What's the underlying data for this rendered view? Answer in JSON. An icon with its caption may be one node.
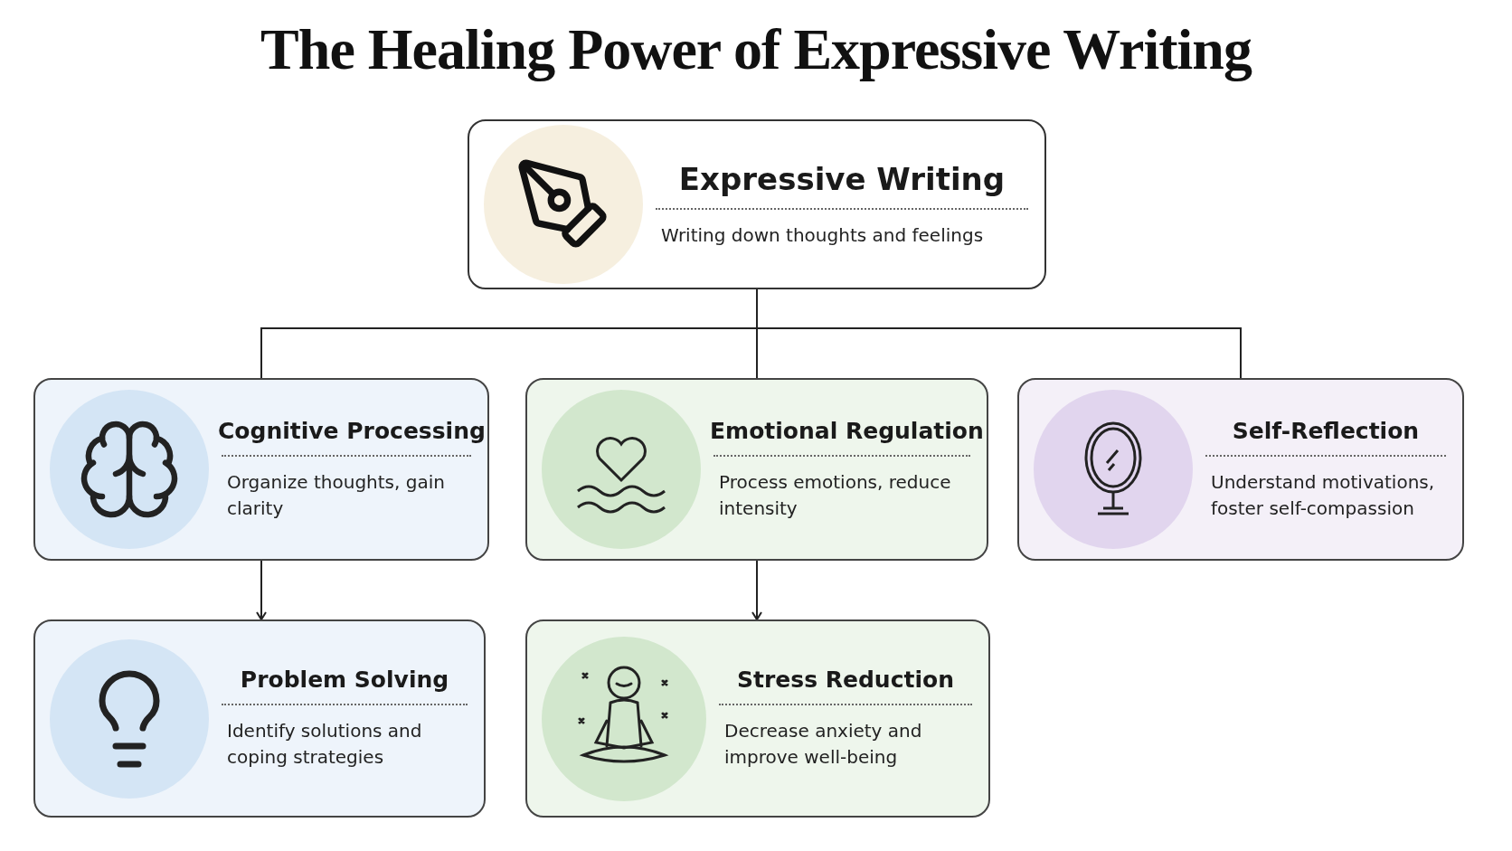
{
  "diagram": {
    "title": "The Healing Power of Expressive Writing",
    "nodes": [
      {
        "text": [
          "Expressive Writing",
          "Writing down thoughts and feelings"
        ]
      },
      {
        "text": [
          "Cognitive Processing",
          "Organize thoughts, gain clarity"
        ]
      },
      {
        "text": [
          "Emotional Regulation",
          "Process emotions, reduce intensity"
        ]
      },
      {
        "text": [
          "Self-Reflection",
          "Understand motivations, foster self-compassion"
        ]
      },
      {
        "text": [
          "Problem Solving",
          "Identify solutions and coping strategies"
        ]
      },
      {
        "text": [
          "Stress Reduction",
          "Decrease anxiety and improve well-being"
        ]
      }
    ],
    "edges": [
      {
        "from": 0,
        "to": 1,
        "arrow": "none"
      },
      {
        "from": 0,
        "to": 2,
        "arrow": "none"
      },
      {
        "from": 0,
        "to": 3,
        "arrow": "none"
      },
      {
        "from": 1,
        "to": 4,
        "arrow": "to"
      },
      {
        "from": 2,
        "to": 5,
        "arrow": "to"
      }
    ]
  }
}
